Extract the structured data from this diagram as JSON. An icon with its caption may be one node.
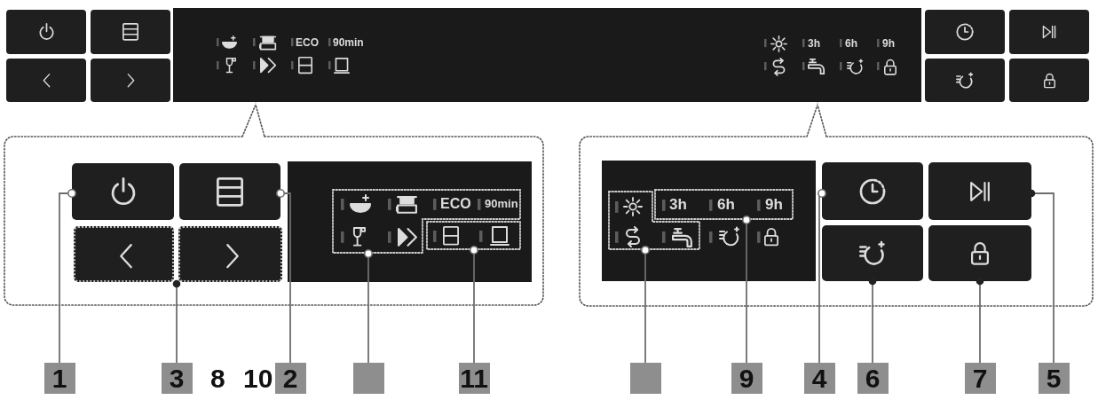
{
  "diagram": {
    "nodes": [
      {
        "text": [
          "ECO",
          "90min",
          "3h",
          "6h",
          "9h"
        ]
      },
      {
        "text": [],
        "shape": "box"
      },
      {
        "text": [],
        "shape": "box"
      },
      {
        "text": [],
        "shape": "box"
      },
      {
        "text": [],
        "shape": "box"
      },
      {
        "text": [],
        "shape": "box"
      },
      {
        "text": [
          "ECO",
          "90min"
        ],
        "in": 5
      },
      {
        "text": [],
        "shape": "box",
        "in": 5
      },
      {
        "text": [],
        "shape": "box"
      },
      {
        "text": [],
        "shape": "box",
        "in": 8
      },
      {
        "text": [
          "3h",
          "6h",
          "9h"
        ],
        "in": 8
      },
      {
        "text": [],
        "shape": "box"
      },
      {
        "text": [],
        "shape": "box"
      },
      {
        "text": [],
        "shape": "box"
      },
      {
        "text": [],
        "shape": "box"
      },
      {
        "text": [
          "1"
        ]
      },
      {
        "text": [
          "3"
        ]
      },
      {
        "text": [
          "2"
        ]
      },
      {
        "text": [],
        "shape": "box"
      },
      {
        "text": [
          "11"
        ]
      },
      {
        "text": [],
        "shape": "box"
      },
      {
        "text": [
          "9"
        ]
      },
      {
        "text": [
          "4"
        ]
      },
      {
        "text": [
          "6"
        ]
      },
      {
        "text": [
          "7"
        ]
      },
      {
        "text": [
          "5"
        ]
      }
    ],
    "edges": [
      {
        "from": 15,
        "to": 1,
        "arrow": "other"
      },
      {
        "from": 16,
        "to": 3,
        "arrow": "other"
      },
      {
        "from": 16,
        "to": 4,
        "arrow": "other"
      },
      {
        "from": 17,
        "to": 2,
        "arrow": "other"
      },
      {
        "from": 18,
        "to": 6,
        "arrow": "other"
      },
      {
        "from": 19,
        "to": 7,
        "arrow": "other"
      },
      {
        "from": 20,
        "to": 9,
        "arrow": "other"
      },
      {
        "from": 21,
        "to": 10,
        "arrow": "other"
      },
      {
        "from": 22,
        "to": 11,
        "arrow": "other"
      },
      {
        "from": 23,
        "to": 13,
        "arrow": "other"
      },
      {
        "from": 24,
        "to": 14,
        "arrow": "other"
      },
      {
        "from": 25,
        "to": 12,
        "arrow": "other"
      }
    ],
    "labels": [
      "8",
      "10"
    ]
  }
}
